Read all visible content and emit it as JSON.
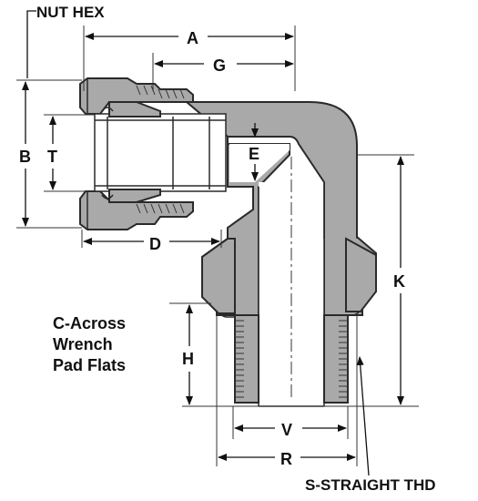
{
  "labels": {
    "nut_hex": "NUT HEX",
    "a": "A",
    "g": "G",
    "b": "B",
    "t": "T",
    "e": "E",
    "d": "D",
    "k": "K",
    "h": "H",
    "v": "V",
    "r": "R",
    "c_line1": "C-Across",
    "c_line2": "Wrench",
    "c_line3": "Pad Flats",
    "s_thread": "S-STRAIGHT THD"
  },
  "colors": {
    "body": "#a9a9a9",
    "outline": "#2a2a2a",
    "text": "#111111"
  }
}
